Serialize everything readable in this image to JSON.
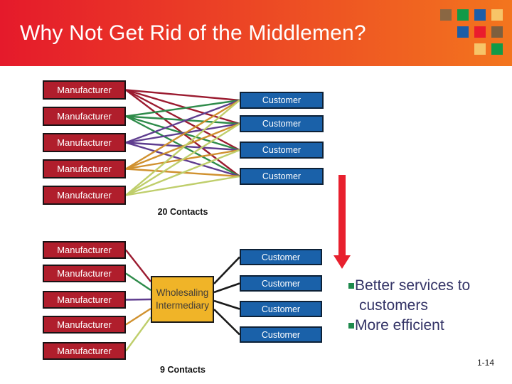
{
  "slide": {
    "title": "Why Not Get Rid of the Middlemen?",
    "page_number": "1-14"
  },
  "header": {
    "gradient_left": "#e51a2b",
    "gradient_right": "#f3751e",
    "squares": [
      {
        "name": "brown-square",
        "row": 0,
        "col": 0,
        "color": "#8a6743"
      },
      {
        "name": "green-square",
        "row": 0,
        "col": 1,
        "color": "#119a48"
      },
      {
        "name": "blue-square",
        "row": 0,
        "col": 2,
        "color": "#1b5da8"
      },
      {
        "name": "tan-square",
        "row": 0,
        "col": 3,
        "color": "#f7c468"
      },
      {
        "name": "blue-square",
        "row": 1,
        "col": 1,
        "color": "#1b5da8"
      },
      {
        "name": "red-square",
        "row": 1,
        "col": 2,
        "color": "#ea1c2d"
      },
      {
        "name": "brown-square",
        "row": 1,
        "col": 3,
        "color": "#7e5f3e"
      },
      {
        "name": "tan-square",
        "row": 2,
        "col": 2,
        "color": "#f7c468"
      },
      {
        "name": "green-square",
        "row": 2,
        "col": 3,
        "color": "#119a48"
      }
    ]
  },
  "diagram": {
    "box_colors": {
      "manufacturer_fill": "#b01e2c",
      "manufacturer_border": "#1a1214",
      "manufacturer_text": "#ffffff",
      "customer_fill": "#1a61a9",
      "customer_border": "#0d2137",
      "customer_text": "#ffffff",
      "intermediary_fill": "#f0b428",
      "intermediary_border": "#1a1a1a",
      "intermediary_text": "#443f38"
    },
    "line_colors": {
      "manufacturers": [
        "#9b1b30",
        "#2e8b4a",
        "#5f3d8f",
        "#d0912f",
        "#bfce6b"
      ],
      "intermediary_links": "#1a1a1a"
    },
    "direct": {
      "manufacturers": [
        "Manufacturer",
        "Manufacturer",
        "Manufacturer",
        "Manufacturer",
        "Manufacturer"
      ],
      "customers": [
        "Customer",
        "Customer",
        "Customer",
        "Customer"
      ],
      "contacts_label": "20 Contacts"
    },
    "intermediated": {
      "manufacturers": [
        "Manufacturer",
        "Manufacturer",
        "Manufacturer",
        "Manufacturer",
        "Manufacturer"
      ],
      "intermediary_lines": [
        "Wholesaling",
        "Intermediary"
      ],
      "customers": [
        "Customer",
        "Customer",
        "Customer",
        "Customer"
      ],
      "contacts_label": "9 Contacts"
    },
    "arrow_color": "#e8202e"
  },
  "bullets": {
    "items": [
      "Better services to customers",
      "More efficient"
    ],
    "marker_color": "#1e8a4d",
    "text_color": "#333366"
  }
}
